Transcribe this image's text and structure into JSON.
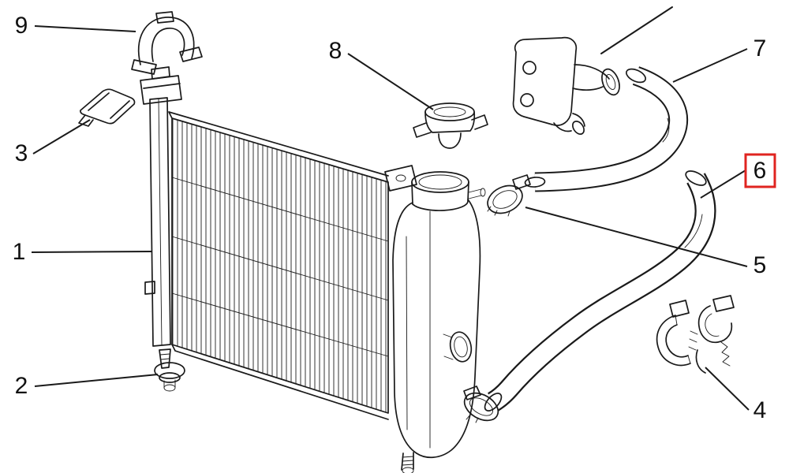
{
  "diagram": {
    "kind": "exploded-parts-diagram",
    "background_color": "#ffffff",
    "line_color": "#1a1a1a",
    "highlight_color": "#e02420",
    "selected_callout": "6",
    "callouts": [
      {
        "label": "9"
      },
      {
        "label": "3"
      },
      {
        "label": "1"
      },
      {
        "label": "2"
      },
      {
        "label": "8"
      },
      {
        "label": "7"
      },
      {
        "label": "6",
        "selected": true
      },
      {
        "label": "5"
      },
      {
        "label": "4"
      }
    ]
  }
}
